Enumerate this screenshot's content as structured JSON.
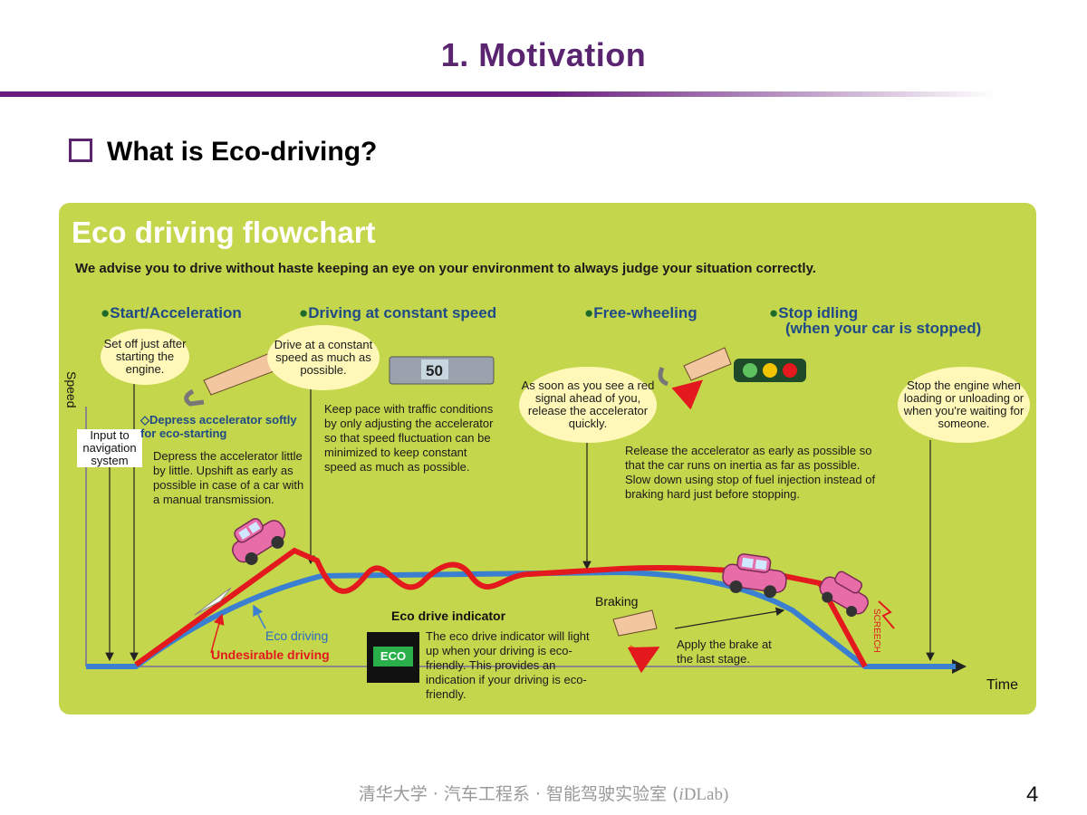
{
  "slide": {
    "title": "1. Motivation",
    "bullet": "What is Eco-driving?"
  },
  "flowchart": {
    "title": "Eco driving flowchart",
    "subtitle": "We advise you to drive without haste keeping an eye on your environment to always judge your situation correctly.",
    "phases": [
      {
        "label": "Start/Acceleration"
      },
      {
        "label": "Driving at constant speed"
      },
      {
        "label": "Free-wheeling"
      },
      {
        "label": "Stop idling",
        "sub": "(when your car is stopped)"
      }
    ],
    "bubbles": {
      "set_off": "Set off just after starting the engine.",
      "constant": "Drive at a constant speed as much as possible.",
      "red_signal": "As soon as you see a red signal ahead of you, release the accelerator quickly.",
      "stop_engine": "Stop the engine when loading or unloading or when you're waiting for someone."
    },
    "input_nav": "Input to navigation system",
    "depress_head": "◇Depress accelerator softly for eco-starting",
    "depress_text": "Depress the accelerator little by little. Upshift as early as possible in case of a car with a manual transmission.",
    "keep_pace": "Keep pace with traffic conditions by only adjusting the accelerator so that speed fluctuation can be minimized to keep constant speed as much as possible.",
    "release_text": "Release the accelerator as early as possible so that the car runs on inertia as far as possible. Slow down using stop of fuel injection instead of braking hard just before stopping.",
    "speed_axis": "Speed",
    "time_axis": "Time",
    "speedometer": "50",
    "eco_drive_label": "Eco driving",
    "undesirable_label": "Undesirable driving",
    "indicator_title": "Eco drive indicator",
    "indicator_badge": "ECO",
    "indicator_text": "The eco drive indicator will light up when your driving is eco-friendly. This provides an indication if your driving is eco-friendly.",
    "braking": "Braking",
    "apply_brake": "Apply the brake at the last stage.",
    "screech": "SCREECH"
  },
  "colors": {
    "eco": "#3a7fd0",
    "undesirable": "#e3191e",
    "panel": "#c4d64c",
    "title": "#5a2470"
  },
  "footer": {
    "text": "清华大学 · 汽车工程系 · 智能驾驶实验室 (",
    "italic": "i",
    "lab": "DLab)",
    "page": "4"
  }
}
